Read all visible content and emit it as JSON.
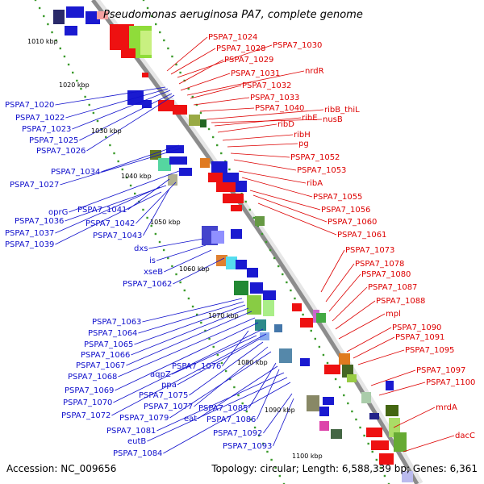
{
  "title": "Pseudomonas aeruginosa PA7, complete genome",
  "footer": {
    "accession": "Accession: NC_009656",
    "topology": "Topology: circular; Length: 6,588,339 bp; Genes: 6,361"
  },
  "colors": {
    "forward_strand": "#1a1ad0",
    "reverse_strand": "#ee1111",
    "backbone": "#888888",
    "tick": "#3a9a2a"
  },
  "kbp_ticks": [
    "1010 kbp",
    "1020 kbp",
    "1030 kbp",
    "1040 kbp",
    "1050 kbp",
    "1060 kbp",
    "1070 kbp",
    "1080 kbp",
    "1090 kbp",
    "1100 kbp"
  ],
  "left_labels": [
    "PSPA7_1020",
    "PSPA7_1022",
    "PSPA7_1023",
    "PSPA7_1025",
    "PSPA7_1026",
    "PSPA7_1034",
    "PSPA7_1027",
    "oprG",
    "PSPA7_1041",
    "PSPA7_1036",
    "PSPA7_1042",
    "PSPA7_1037",
    "PSPA7_1043",
    "PSPA7_1039",
    "dxs",
    "is",
    "xseB",
    "PSPA7_1062",
    "PSPA7_1063",
    "PSPA7_1064",
    "PSPA7_1065",
    "PSPA7_1066",
    "PSPA7_1067",
    "PSPA7_1076",
    "PSPA7_1068",
    "aqpZ",
    "ppa",
    "PSPA7_1069",
    "PSPA7_1075",
    "PSPA7_1070",
    "PSPA7_1077",
    "PSPA7_1072",
    "PSPA7_1079",
    "PSPA7_1085",
    "eat",
    "PSPA7_1086",
    "PSPA7_1081",
    "PSPA7_1092",
    "eutB",
    "PSPA7_1093",
    "PSPA7_1084"
  ],
  "right_labels": [
    "PSPA7_1024",
    "PSPA7_1028",
    "PSPA7_1030",
    "PSPA7_1029",
    "PSPA7_1031",
    "nrdR",
    "PSPA7_1032",
    "PSPA7_1033",
    "ribB_thiL",
    "PSPA7_1040",
    "nusB",
    "ribE",
    "ribD",
    "ribH",
    "pg",
    "PSPA7_1052",
    "PSPA7_1053",
    "ribA",
    "PSPA7_1055",
    "PSPA7_1056",
    "PSPA7_1060",
    "PSPA7_1061",
    "PSPA7_1073",
    "PSPA7_1078",
    "PSPA7_1080",
    "PSPA7_1087",
    "PSPA7_1088",
    "mpl",
    "PSPA7_1090",
    "PSPA7_1091",
    "PSPA7_1095",
    "PSPA7_1097",
    "PSPA7_1100",
    "mrdA",
    "dacC"
  ]
}
